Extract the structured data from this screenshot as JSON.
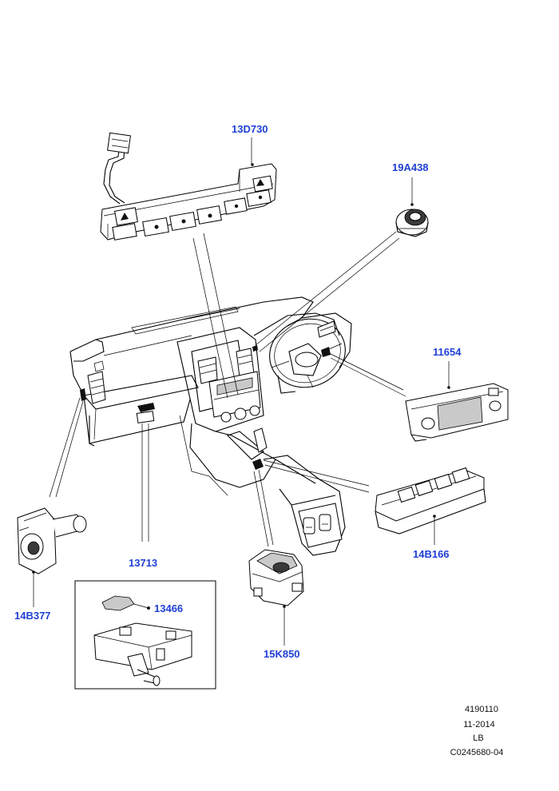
{
  "diagram": {
    "callouts": {
      "c13D730": "13D730",
      "c19A438": "19A438",
      "c11654": "11654",
      "c14B166": "14B166",
      "c13713": "13713",
      "c13466": "13466",
      "c14B377": "14B377",
      "c15K850": "15K850"
    },
    "footer": {
      "ref_number": "4190110",
      "date": "11-2014",
      "variant": "LB",
      "drawing_code": "C0245680-04"
    }
  }
}
